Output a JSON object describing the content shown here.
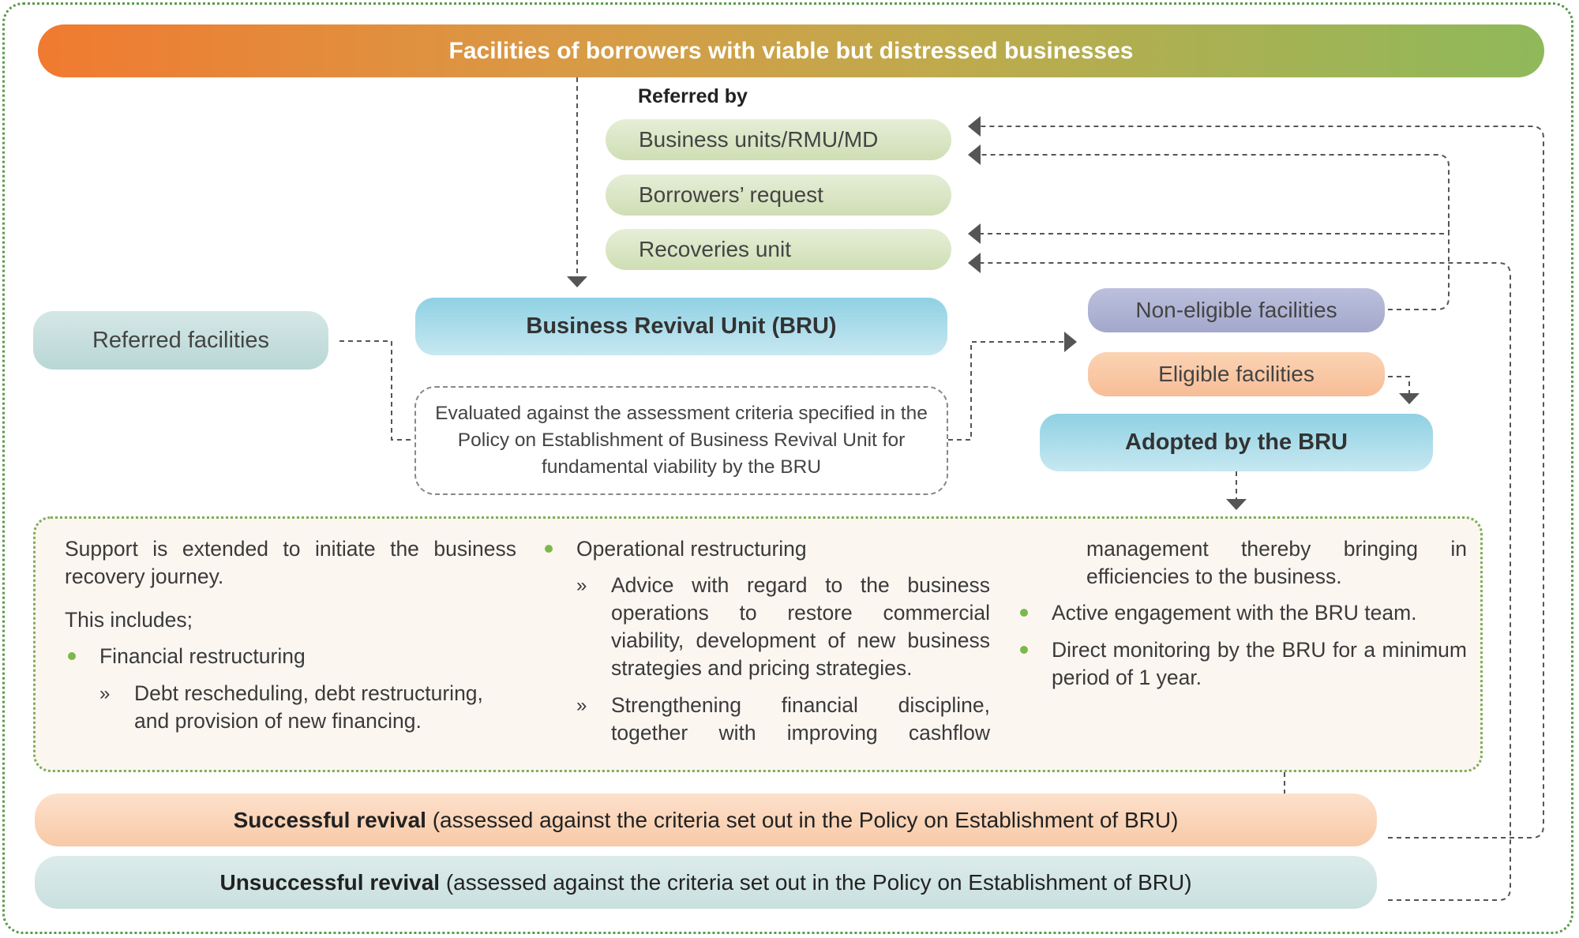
{
  "banner": {
    "title": "Facilities of borrowers with viable but distressed businesses"
  },
  "referred_by": {
    "heading": "Referred by",
    "items": [
      "Business units/RMU/MD",
      "Borrowers’ request",
      "Recoveries unit"
    ]
  },
  "bru": {
    "label": "Business Revival Unit (BRU)"
  },
  "referred_facilities": {
    "label": "Referred facilities"
  },
  "evaluation": {
    "text": "Evaluated against the assessment criteria specified in the Policy on Establishment of Business Revival Unit for fundamental viability by the BRU"
  },
  "non_eligible": {
    "label": "Non-eligible facilities"
  },
  "eligible": {
    "label": "Eligible facilities"
  },
  "adopted": {
    "label": "Adopted by the BRU"
  },
  "support": {
    "intro": "Support is extended to initiate the business recovery journey.",
    "includes": "This includes;",
    "financial": {
      "title": "Financial restructuring",
      "sub": "Debt rescheduling, debt restructuring, and provision of new financing."
    },
    "operational": {
      "title": "Operational restructuring",
      "sub1": "Advice with regard to the business operations to restore commercial viability, development of new business strategies and pricing strategies.",
      "sub2_part1": "Strengthening financial discipline, together with improving cashflow",
      "sub2_part2": "management thereby bringing in efficiencies to the business."
    },
    "engagement": "Active engagement with the BRU team.",
    "monitoring": "Direct monitoring by the BRU for a minimum period of 1 year."
  },
  "outcomes": {
    "success_bold": "Successful revival",
    "success_rest": " (assessed against the criteria set out in the Policy on Establishment of BRU)",
    "unsuccess_bold": "Unsuccessful revival",
    "unsuccess_rest": " (assessed against the criteria set out in the Policy on Establishment of BRU)"
  },
  "colors": {
    "banner_start": "#f07a30",
    "banner_end": "#8fb95a",
    "bru_blue": "#8fd1e3",
    "green_pill": "#cfdeb4",
    "non_eligible": "#a3a8cc",
    "eligible": "#f7bd96",
    "bullet_green": "#7cb84a",
    "connector": "#555555"
  }
}
